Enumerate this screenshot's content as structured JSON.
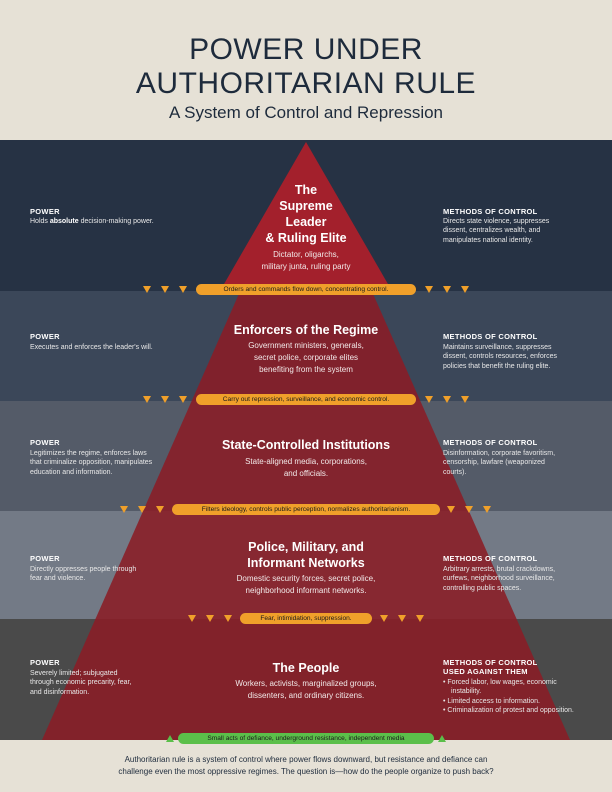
{
  "header": {
    "title_line1": "POWER UNDER",
    "title_line2": "AUTHORITARIAN RULE",
    "subtitle": "A System of Control and Repression"
  },
  "tiers": [
    {
      "left_label": "POWER",
      "left_text_pre": "Holds ",
      "left_text_bold": "absolute",
      "left_text_post": " decision-making power.",
      "center_title": [
        "The",
        "Supreme",
        "Leader",
        "& Ruling Elite"
      ],
      "center_sub": [
        "Dictator, oligarchs,",
        "military junta, ruling party"
      ],
      "right_label": "METHODS OF CONTROL",
      "right_text": [
        "Directs state violence, suppresses",
        "dissent, centralizes wealth, and",
        "manipulates national identity."
      ],
      "connector": "Orders and commands flow down, concentrating control."
    },
    {
      "left_label": "POWER",
      "left_text": [
        "Executes and enforces the leader's will."
      ],
      "center_title": [
        "Enforcers of the Regime"
      ],
      "center_sub": [
        "Government ministers, generals,",
        "secret police, corporate elites",
        "benefiting from the system"
      ],
      "right_label": "METHODS OF CONTROL",
      "right_text": [
        "Maintains surveillance, suppresses",
        "dissent, controls resources, enforces",
        "policies that benefit the ruling elite."
      ],
      "connector": "Carry out repression, surveillance, and economic control."
    },
    {
      "left_label": "POWER",
      "left_text": [
        "Legitimizes the regime, enforces laws",
        "that criminalize opposition, manipulates",
        "education and information."
      ],
      "center_title": [
        "State-Controlled Institutions"
      ],
      "center_sub": [
        "State-aligned media, corporations,",
        "and officials."
      ],
      "right_label": "METHODS OF CONTROL",
      "right_text": [
        "Disinformation, corporate favoritism,",
        "censorship, lawfare (weaponized",
        "courts)."
      ],
      "connector": "Filters ideology, controls public perception, normalizes authoritarianism."
    },
    {
      "left_label": "POWER",
      "left_text": [
        "Directly oppresses people through",
        "fear and violence."
      ],
      "center_title": [
        "Police, Military, and",
        "Informant Networks"
      ],
      "center_sub": [
        "Domestic security forces, secret police,",
        "neighborhood informant networks."
      ],
      "right_label": "METHODS OF CONTROL",
      "right_text": [
        "Arbitrary arrests, brutal crackdowns,",
        "curfews, neighborhood surveillance,",
        "controlling public spaces."
      ],
      "connector": "Fear, intimidation, suppression."
    },
    {
      "left_label": "POWER",
      "left_text": [
        "Severely limited; subjugated",
        "through economic precarity, fear,",
        "and disinformation."
      ],
      "center_title": [
        "The People"
      ],
      "center_sub": [
        "Workers, activists, marginalized groups,",
        "dissenters, and ordinary citizens."
      ],
      "right_label": "METHODS OF CONTROL",
      "right_label2": "USED AGAINST THEM",
      "right_bullets": [
        "Forced labor, low wages, economic",
        "instability.",
        "Limited access to information.",
        "Criminalization of protest and opposition."
      ],
      "connector": "Small acts of defiance, underground resistance, independent media"
    }
  ],
  "footer": {
    "line1": "Authoritarian rule is a system of control where power flows downward, but resistance and defiance can",
    "line2": "challenge even the most oppressive regimes. The question is—how do the people organize to push back?"
  },
  "colors": {
    "band1": "#263244",
    "band2": "#3b4759",
    "band3": "#545b68",
    "band4": "#737a86",
    "band5": "#4a4a4a",
    "pyramid": "#8a1c26",
    "pyramid_top": "#a3202c",
    "connector": "#f0a02a",
    "resistance": "#5bbf4a"
  }
}
